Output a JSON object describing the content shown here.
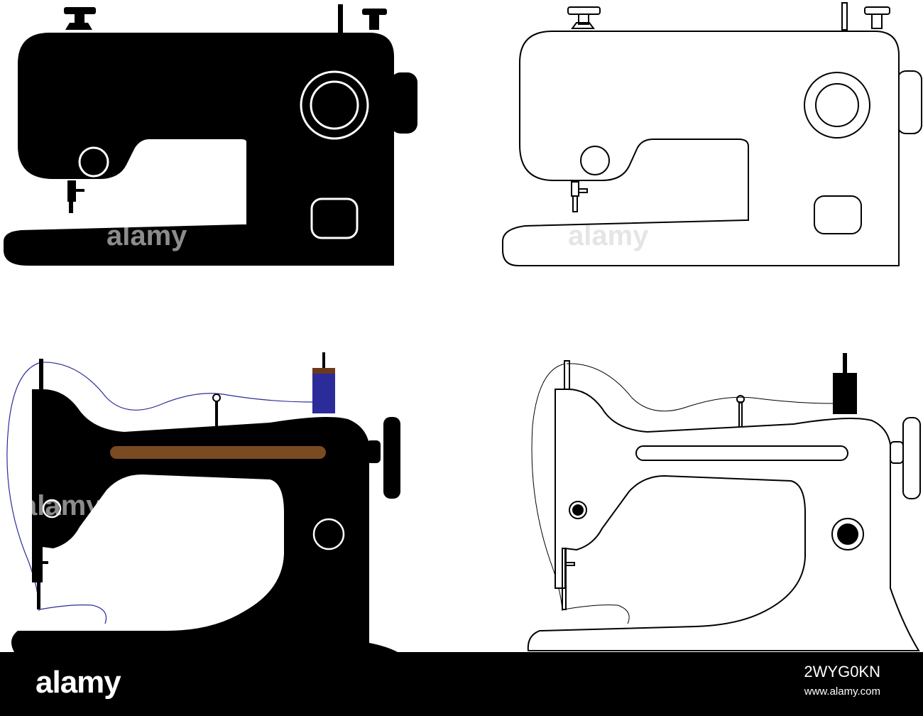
{
  "images": [
    {
      "name": "modern-sewing-machine-silhouette",
      "style": "filled",
      "color": "#000000"
    },
    {
      "name": "modern-sewing-machine-outline",
      "style": "outline",
      "color": "#000000"
    },
    {
      "name": "vintage-sewing-machine-silhouette",
      "style": "filled",
      "color": "#000000",
      "accent_stripe": "#7a4a21",
      "spool_color": "#2b2b9a",
      "thread_color": "#2b2b9a"
    },
    {
      "name": "vintage-sewing-machine-outline",
      "style": "outline",
      "color": "#000000"
    }
  ],
  "watermark": {
    "text": "alamy"
  },
  "footer": {
    "logo": "alamy",
    "image_id": "2WYG0KN",
    "site": "www.alamy.com"
  }
}
